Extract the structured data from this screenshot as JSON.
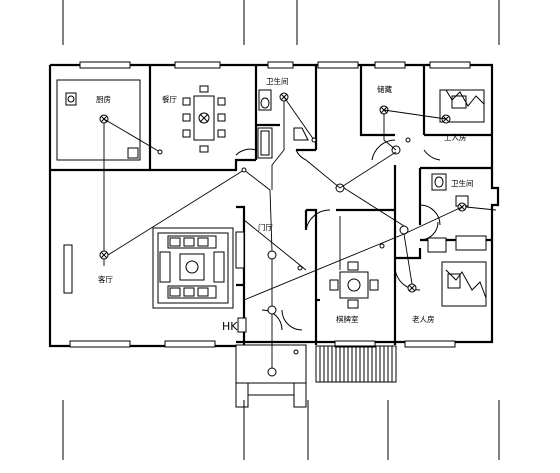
{
  "rooms": {
    "kitchen": "厨房",
    "dining": "餐厅",
    "bath_top": "卫生间",
    "storage": "储藏",
    "servant": "工人房",
    "living": "客厅",
    "hall": "门厅",
    "bath_right": "卫生间",
    "guest": "棋牌室",
    "elder": "老人房"
  },
  "panel_label": "HK"
}
